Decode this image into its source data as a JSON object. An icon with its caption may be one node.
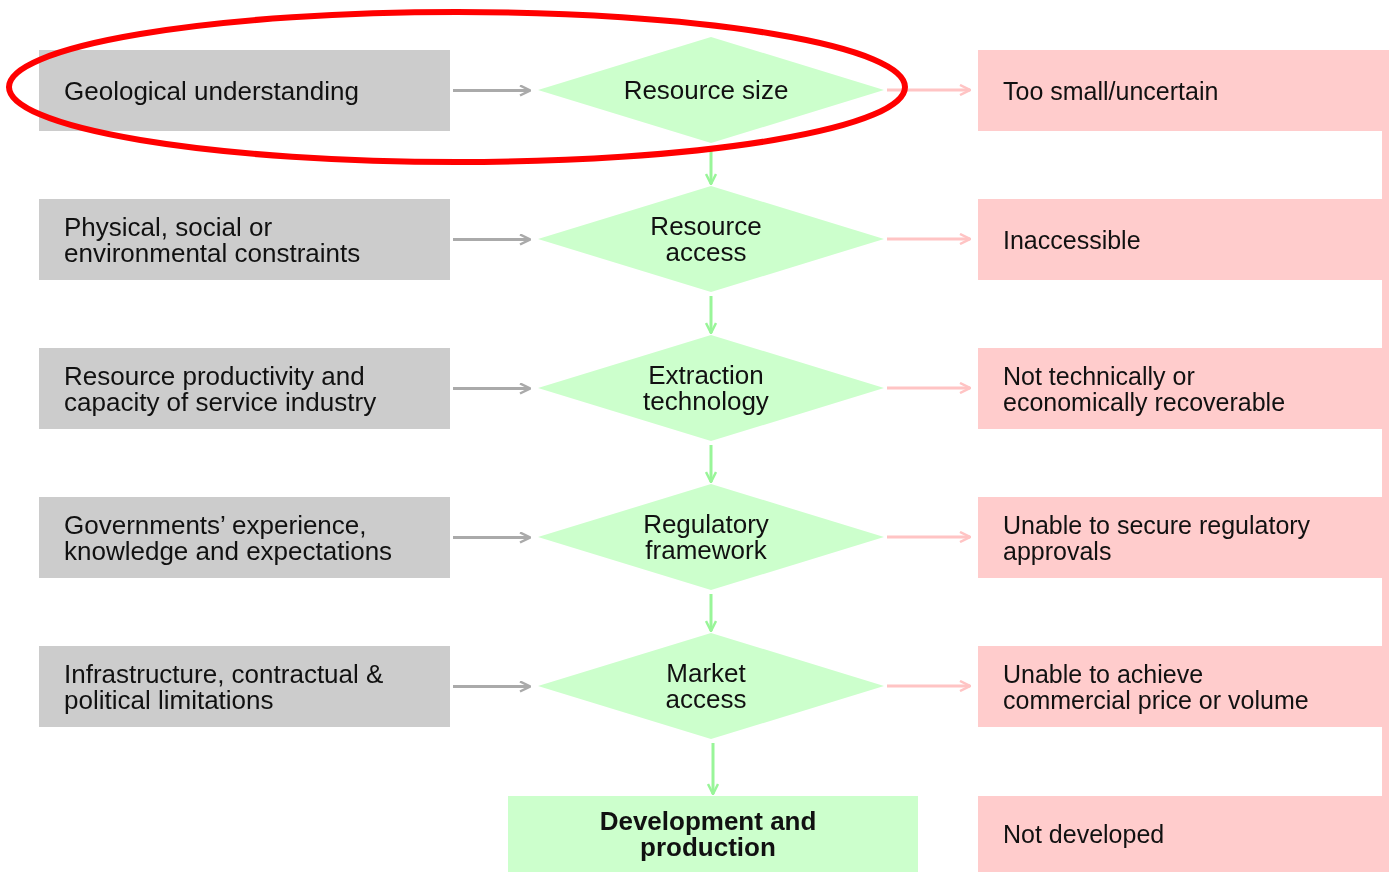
{
  "diagram": {
    "nodes": [
      {
        "text": [
          "Geological understanding"
        ]
      },
      {
        "text": [
          "Resource size"
        ]
      },
      {
        "text": [
          "Too small/uncertain"
        ]
      },
      {
        "text": [
          "Physical, social or environmental constraints"
        ]
      },
      {
        "text": [
          "Resource access"
        ]
      },
      {
        "text": [
          "Inaccessible"
        ]
      },
      {
        "text": [
          "Resource productivity and capacity of service industry"
        ]
      },
      {
        "text": [
          "Extraction technology"
        ]
      },
      {
        "text": [
          "Not technically or economically recoverable"
        ]
      },
      {
        "text": [
          "Governments’ experience, knowledge and expectations"
        ]
      },
      {
        "text": [
          "Regulatory framework"
        ]
      },
      {
        "text": [
          "Unable to secure regulatory approvals"
        ]
      },
      {
        "text": [
          "Infrastructure, contractual & political limitations"
        ]
      },
      {
        "text": [
          "Market access"
        ]
      },
      {
        "text": [
          "Unable to achieve commercial price or volume"
        ]
      },
      {
        "text": [
          "Development and production"
        ]
      },
      {
        "text": [
          "Not developed"
        ]
      }
    ],
    "edges": [
      {
        "from": 0,
        "to": 1,
        "arrow": "to",
        "color": "#aaaaaa"
      },
      {
        "from": 1,
        "to": 2,
        "arrow": "to",
        "color": "#ffc4c4"
      },
      {
        "from": 1,
        "to": 4,
        "arrow": "to",
        "color": "#99f599"
      },
      {
        "from": 3,
        "to": 4,
        "arrow": "to",
        "color": "#aaaaaa"
      },
      {
        "from": 4,
        "to": 5,
        "arrow": "to",
        "color": "#ffc4c4"
      },
      {
        "from": 4,
        "to": 7,
        "arrow": "to",
        "color": "#99f599"
      },
      {
        "from": 6,
        "to": 7,
        "arrow": "to",
        "color": "#aaaaaa"
      },
      {
        "from": 7,
        "to": 8,
        "arrow": "to",
        "color": "#ffc4c4"
      },
      {
        "from": 7,
        "to": 10,
        "arrow": "to",
        "color": "#99f599"
      },
      {
        "from": 9,
        "to": 10,
        "arrow": "to",
        "color": "#aaaaaa"
      },
      {
        "from": 10,
        "to": 11,
        "arrow": "to",
        "color": "#ffc4c4"
      },
      {
        "from": 10,
        "to": 13,
        "arrow": "to",
        "color": "#99f599"
      },
      {
        "from": 12,
        "to": 13,
        "arrow": "to",
        "color": "#aaaaaa"
      },
      {
        "from": 13,
        "to": 14,
        "arrow": "to",
        "color": "#ffc4c4"
      },
      {
        "from": 13,
        "to": 15,
        "arrow": "to",
        "color": "#99f599"
      }
    ]
  }
}
